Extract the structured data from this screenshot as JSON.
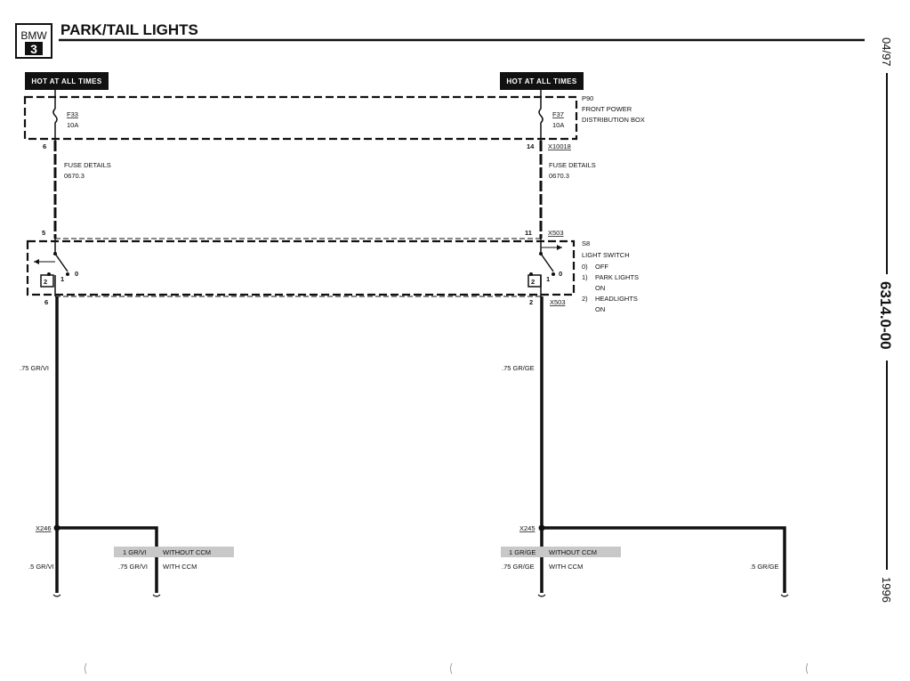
{
  "header": {
    "logo_top": "BMW",
    "logo_bottom": "3",
    "title": "PARK/TAIL LIGHTS"
  },
  "side": {
    "date": "04/97",
    "doc_number": "6314.0-00",
    "year": "1996"
  },
  "circuits": [
    {
      "hot_label": "HOT AT ALL TIMES",
      "fuse_name": "F33",
      "fuse_rating": "10A",
      "pin_top": "6",
      "fuse_details": [
        "FUSE DETAILS",
        "0670.3"
      ],
      "switch_in_pin": "5",
      "switch_pin_2": "2",
      "switch_pin_1": "1",
      "switch_pin_0": "0",
      "switch_out_pin": "6",
      "wire_label": ".75 GR/VI",
      "splice": "X246",
      "left_branch_wire": ".5 GR/VI",
      "option_without": "1 GR/VI",
      "option_with": ".75 GR/VI",
      "without_ccm": "WITHOUT CCM",
      "with_ccm": "WITH CCM"
    },
    {
      "hot_label": "HOT AT ALL TIMES",
      "fuse_name": "F37",
      "fuse_rating": "10A",
      "pin_top": "14",
      "connector_top": "X10018",
      "fuse_details": [
        "FUSE DETAILS",
        "0670.3"
      ],
      "switch_in_pin": "11",
      "switch_in_connector": "X503",
      "switch_pin_2": "2",
      "switch_pin_1": "1",
      "switch_pin_0": "0",
      "switch_out_pin": "2",
      "switch_out_connector": "X503",
      "wire_label": ".75 GR/GE",
      "splice": "X245",
      "option_without": "1 GR/GE",
      "option_with": ".75 GR/GE",
      "without_ccm": "WITHOUT CCM",
      "with_ccm": "WITH CCM",
      "right_branch_wire": ".5 GR/GE"
    }
  ],
  "components": {
    "power_box": [
      "P90",
      "FRONT POWER",
      "DISTRIBUTION BOX"
    ],
    "light_switch": [
      "S8",
      "LIGHT SWITCH",
      "0)",
      "OFF",
      "1)",
      "PARK LIGHTS",
      "ON",
      "2)",
      "HEADLIGHTS",
      "ON"
    ]
  },
  "colors": {
    "ink": "#111111",
    "header_bg": "#111111",
    "header_text": "#ffffff",
    "option_highlight": "#c8c8c8"
  }
}
